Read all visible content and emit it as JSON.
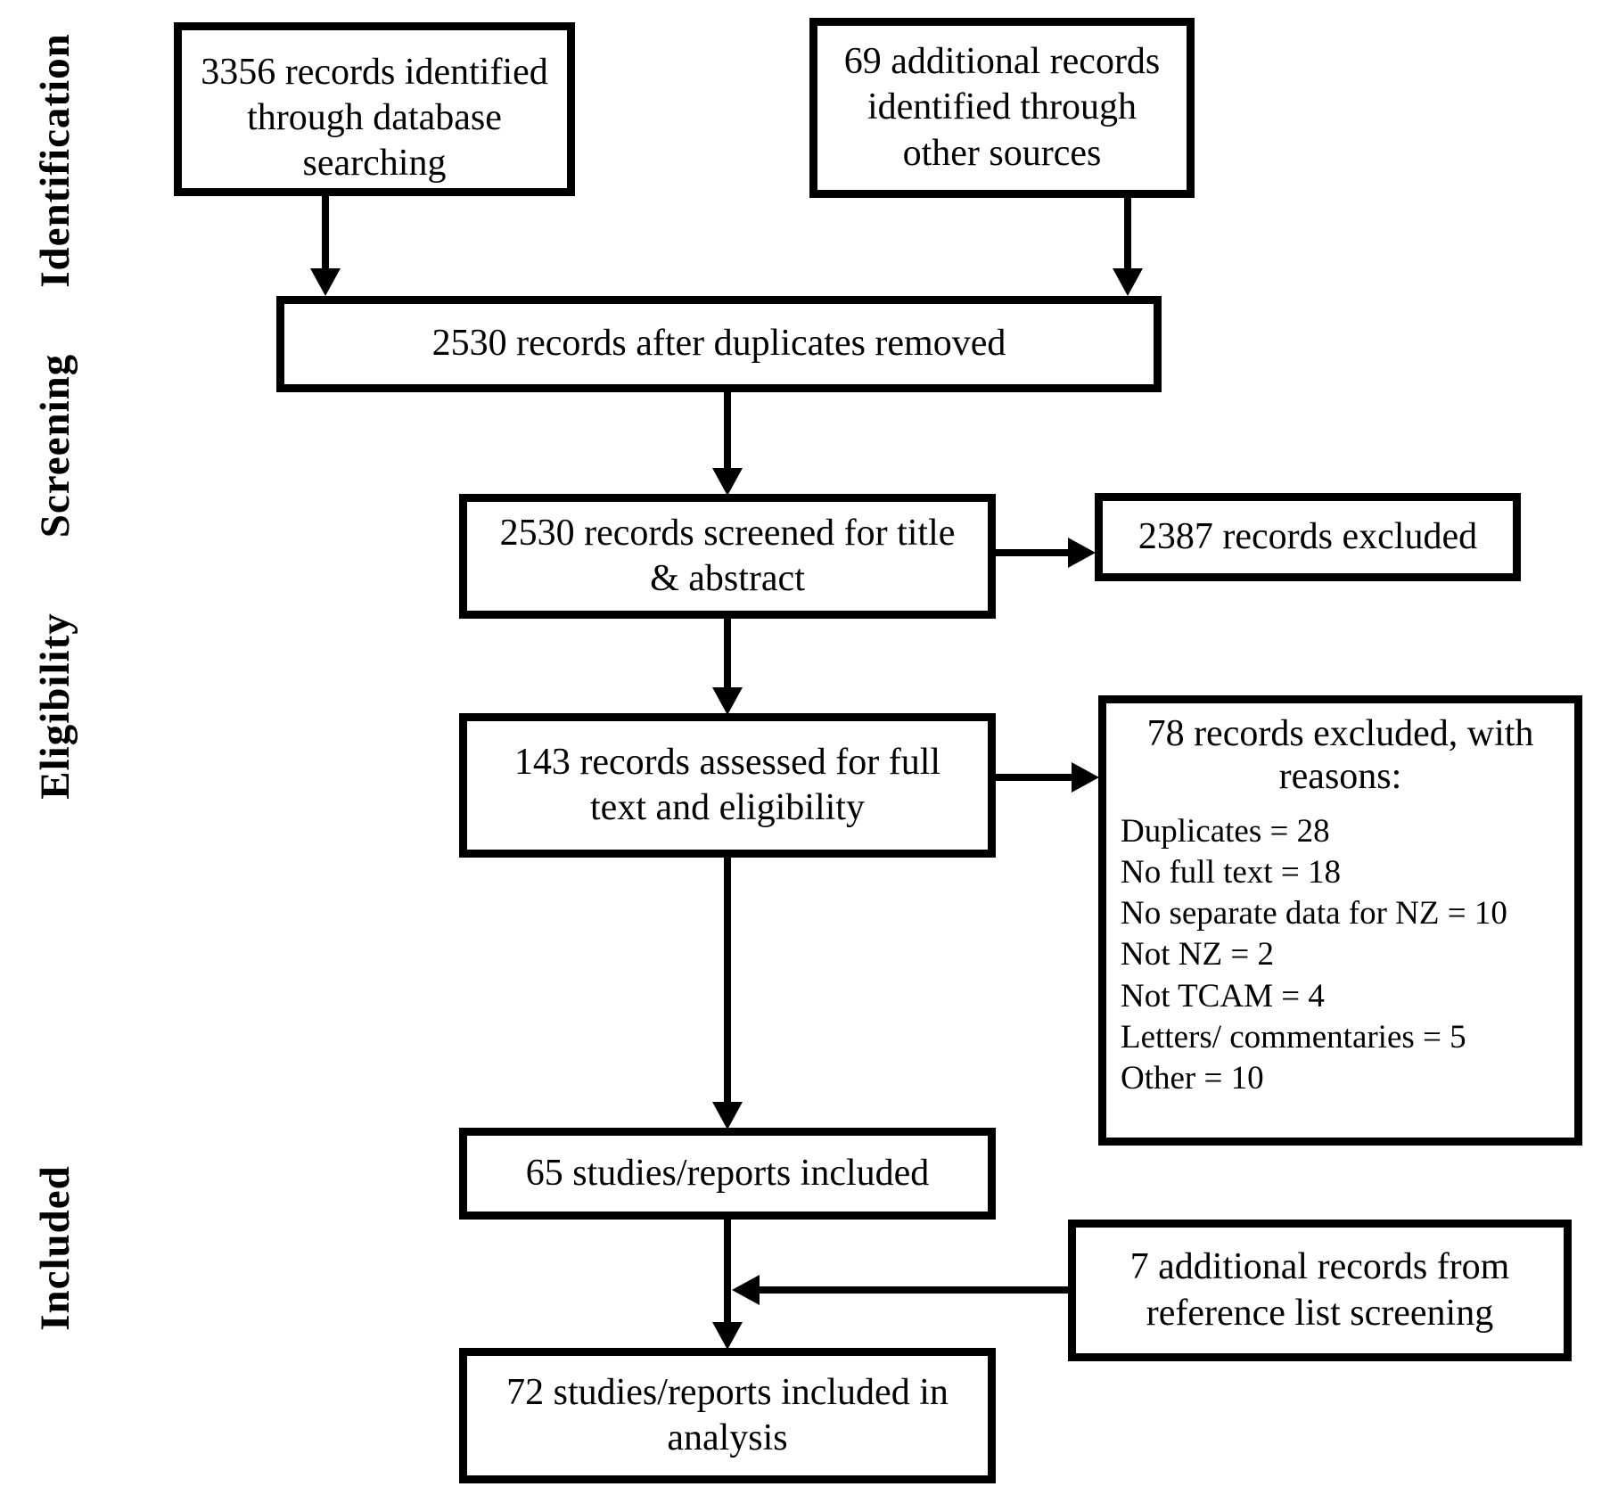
{
  "diagram": {
    "title": "PRISMA study selection flow diagram",
    "colors": {
      "line": "#000000",
      "text": "#000000",
      "background": "#ffffff"
    },
    "stage_labels": [
      "Identification",
      "Screening",
      "Eligibility",
      "Included"
    ],
    "boxes": {
      "db_search": "3356 records identified through database searching",
      "other_sources": "69 additional records identified through other sources",
      "after_duplicates": "2530 records after duplicates removed",
      "screened": "2530 records screened for title & abstract",
      "excluded_screening": "2387 records excluded",
      "assessed": "143 records assessed for full text and eligibility",
      "excluded_fulltext_title": "78 records excluded, with reasons:",
      "excluded_fulltext_reasons": [
        "Duplicates = 28",
        "No full text = 18",
        "No separate data for NZ = 10",
        "Not NZ = 2",
        "Not TCAM = 4",
        "Letters/ commentaries = 5",
        "Other = 10"
      ],
      "included_studies": "65 studies/reports included",
      "reference_list": "7 additional records from reference list screening",
      "included_analysis": "72 studies/reports included in analysis"
    }
  }
}
